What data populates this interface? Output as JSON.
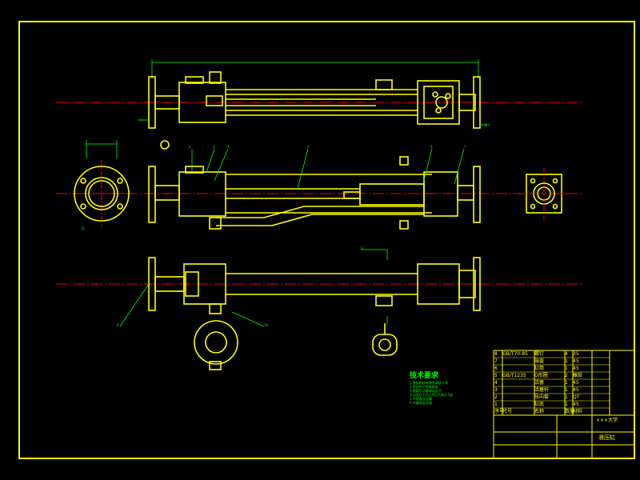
{
  "colors": {
    "background": "#000000",
    "frame": "#ffff00",
    "centerline": "#ff0000",
    "dimension": "#00ff00",
    "text": "#ffff00"
  },
  "technical_requirements": {
    "title": "技术要求",
    "lines": [
      "1.装配前所有零件清洗干净",
      "2.密封件不得有损伤",
      "3.装配后活塞移动灵活",
      "4.试验压力为工作压力的1.5倍",
      "5.不得有外泄漏",
      "6.外露表面涂漆"
    ]
  },
  "title_block": {
    "drawing_name": "液压缸",
    "school": "×××大学",
    "bom_rows": [
      [
        "8",
        "GB/T70-85",
        "螺钉",
        "4",
        "35"
      ],
      [
        "7",
        "",
        "端盖",
        "1",
        "45"
      ],
      [
        "6",
        "",
        "缸筒",
        "1",
        "45"
      ],
      [
        "5",
        "GB/T1235",
        "O形圈",
        "2",
        "橡胶"
      ],
      [
        "4",
        "",
        "活塞",
        "1",
        "45"
      ],
      [
        "3",
        "",
        "活塞杆",
        "1",
        "45"
      ],
      [
        "2",
        "",
        "导向套",
        "1",
        "QT"
      ],
      [
        "1",
        "",
        "缸底",
        "1",
        "45"
      ]
    ],
    "header": [
      "序号",
      "代号",
      "名称",
      "数量",
      "材料"
    ]
  },
  "part_labels": [
    "1",
    "2",
    "3",
    "4",
    "5",
    "6",
    "7",
    "8",
    "9",
    "10",
    "11",
    "12"
  ]
}
